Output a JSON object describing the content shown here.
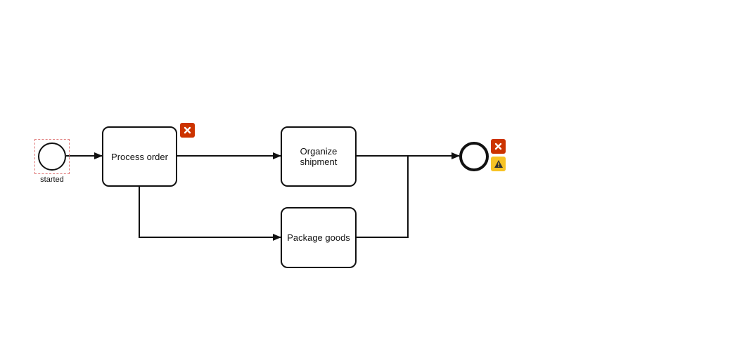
{
  "diagram": {
    "start_event": {
      "label": "started"
    },
    "tasks": {
      "process_order": {
        "label": "Process order"
      },
      "organize_shipment": {
        "label": "Organize\nshipment"
      },
      "package_goods": {
        "label": "Package goods"
      }
    },
    "markers": {
      "process_order": [
        "error"
      ],
      "end_event": [
        "error",
        "warning"
      ]
    }
  },
  "colors": {
    "error": "#cc3300",
    "warning": "#f7c325",
    "stroke": "#111111"
  }
}
